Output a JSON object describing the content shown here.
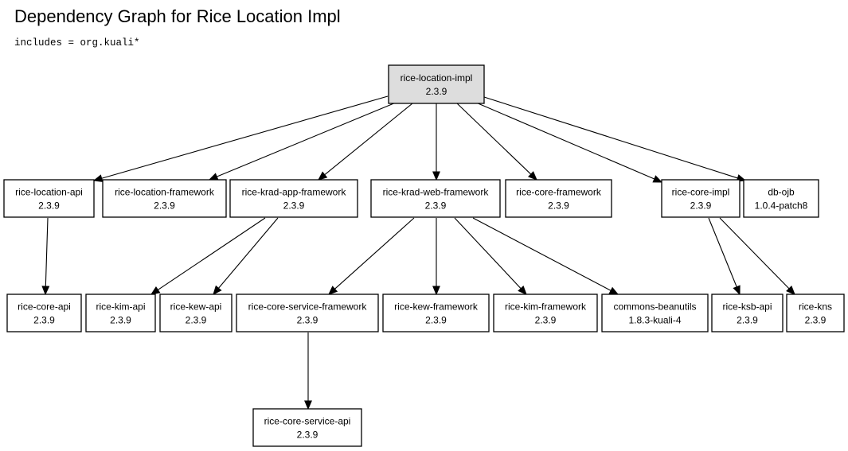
{
  "header": {
    "title": "Dependency Graph for Rice Location Impl",
    "filter": "includes = org.kuali*"
  },
  "diagram": {
    "nodes": [
      {
        "id": "rice-location-impl",
        "name": "rice-location-impl",
        "version": "2.3.9",
        "root": true
      },
      {
        "id": "rice-location-api",
        "name": "rice-location-api",
        "version": "2.3.9"
      },
      {
        "id": "rice-location-framework",
        "name": "rice-location-framework",
        "version": "2.3.9"
      },
      {
        "id": "rice-krad-app-framework",
        "name": "rice-krad-app-framework",
        "version": "2.3.9"
      },
      {
        "id": "rice-krad-web-framework",
        "name": "rice-krad-web-framework",
        "version": "2.3.9"
      },
      {
        "id": "rice-core-framework",
        "name": "rice-core-framework",
        "version": "2.3.9"
      },
      {
        "id": "rice-core-impl",
        "name": "rice-core-impl",
        "version": "2.3.9"
      },
      {
        "id": "db-ojb",
        "name": "db-ojb",
        "version": "1.0.4-patch8"
      },
      {
        "id": "rice-core-api",
        "name": "rice-core-api",
        "version": "2.3.9"
      },
      {
        "id": "rice-kim-api",
        "name": "rice-kim-api",
        "version": "2.3.9"
      },
      {
        "id": "rice-kew-api",
        "name": "rice-kew-api",
        "version": "2.3.9"
      },
      {
        "id": "rice-core-service-framework",
        "name": "rice-core-service-framework",
        "version": "2.3.9"
      },
      {
        "id": "rice-kew-framework",
        "name": "rice-kew-framework",
        "version": "2.3.9"
      },
      {
        "id": "rice-kim-framework",
        "name": "rice-kim-framework",
        "version": "2.3.9"
      },
      {
        "id": "commons-beanutils",
        "name": "commons-beanutils",
        "version": "1.8.3-kuali-4"
      },
      {
        "id": "rice-ksb-api",
        "name": "rice-ksb-api",
        "version": "2.3.9"
      },
      {
        "id": "rice-kns",
        "name": "rice-kns",
        "version": "2.3.9"
      },
      {
        "id": "rice-core-service-api",
        "name": "rice-core-service-api",
        "version": "2.3.9"
      }
    ],
    "edges": [
      {
        "from": "rice-location-impl",
        "to": "rice-location-api"
      },
      {
        "from": "rice-location-impl",
        "to": "rice-location-framework"
      },
      {
        "from": "rice-location-impl",
        "to": "rice-krad-app-framework"
      },
      {
        "from": "rice-location-impl",
        "to": "rice-krad-web-framework"
      },
      {
        "from": "rice-location-impl",
        "to": "rice-core-framework"
      },
      {
        "from": "rice-location-impl",
        "to": "rice-core-impl"
      },
      {
        "from": "rice-location-impl",
        "to": "db-ojb"
      },
      {
        "from": "rice-location-api",
        "to": "rice-core-api"
      },
      {
        "from": "rice-krad-app-framework",
        "to": "rice-kim-api"
      },
      {
        "from": "rice-krad-app-framework",
        "to": "rice-kew-api"
      },
      {
        "from": "rice-krad-web-framework",
        "to": "rice-core-service-framework"
      },
      {
        "from": "rice-krad-web-framework",
        "to": "rice-kew-framework"
      },
      {
        "from": "rice-krad-web-framework",
        "to": "rice-kim-framework"
      },
      {
        "from": "rice-krad-web-framework",
        "to": "commons-beanutils"
      },
      {
        "from": "rice-core-impl",
        "to": "rice-ksb-api"
      },
      {
        "from": "rice-core-impl",
        "to": "rice-kns"
      },
      {
        "from": "rice-core-service-framework",
        "to": "rice-core-service-api"
      }
    ],
    "colors": {
      "root_fill": "#dddddd",
      "node_fill": "#ffffff",
      "stroke": "#000000"
    }
  }
}
